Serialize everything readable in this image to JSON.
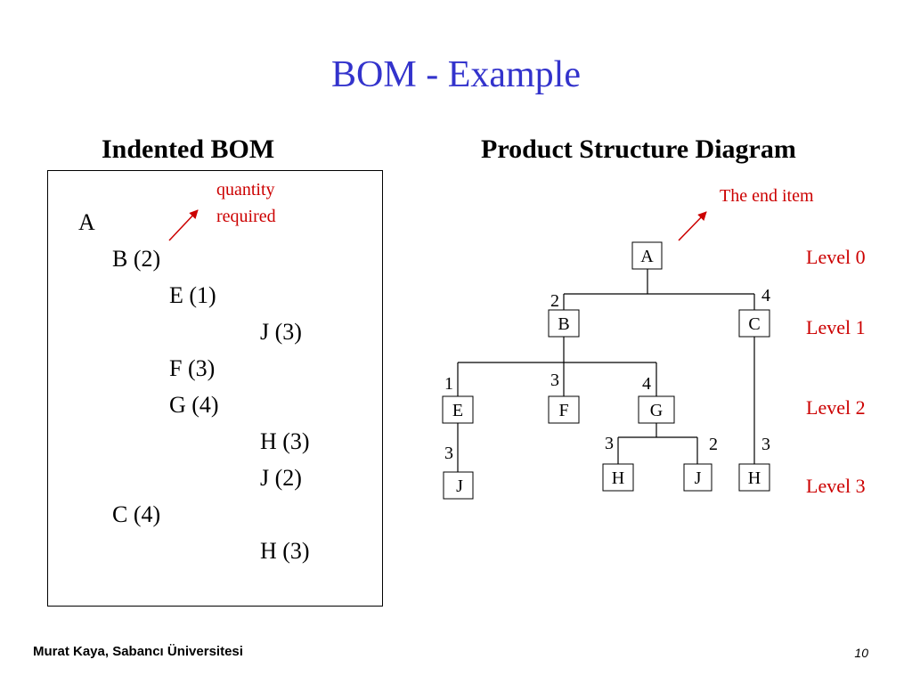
{
  "title": "BOM - Example",
  "indented_bom": {
    "heading": "Indented BOM",
    "lines": [
      {
        "text": "A",
        "depth": 0
      },
      {
        "text": "B (2)",
        "depth": 1
      },
      {
        "text": "E (1)",
        "depth": 2
      },
      {
        "text": "J (3)",
        "depth": 3
      },
      {
        "text": "F (3)",
        "depth": 2
      },
      {
        "text": "G (4)",
        "depth": 2
      },
      {
        "text": "H (3)",
        "depth": 3
      },
      {
        "text": "J (2)",
        "depth": 3
      },
      {
        "text": "C (4)",
        "depth": 1
      },
      {
        "text": "H (3)",
        "depth": 3
      }
    ],
    "annotation": {
      "line1": "quantity",
      "line2": "required"
    }
  },
  "product_structure": {
    "heading": "Product Structure Diagram",
    "end_item_label": "The end item",
    "levels": [
      "Level 0",
      "Level 1",
      "Level 2",
      "Level 3"
    ],
    "nodes": [
      {
        "id": "A",
        "label": "A",
        "qty": ""
      },
      {
        "id": "B",
        "label": "B",
        "qty": "2"
      },
      {
        "id": "C",
        "label": "C",
        "qty": "4"
      },
      {
        "id": "E",
        "label": "E",
        "qty": "1"
      },
      {
        "id": "F",
        "label": "F",
        "qty": "3"
      },
      {
        "id": "G",
        "label": "G",
        "qty": "4"
      },
      {
        "id": "J1",
        "label": "J",
        "qty": "3"
      },
      {
        "id": "H1",
        "label": "H",
        "qty": "3"
      },
      {
        "id": "J2",
        "label": "J",
        "qty": "2"
      },
      {
        "id": "H2",
        "label": "H",
        "qty": "3"
      }
    ]
  },
  "colors": {
    "title": "#3333cc",
    "annotation": "#cc0000"
  },
  "footer": {
    "author": "Murat Kaya, Sabancı Üniversitesi",
    "page": "10"
  }
}
